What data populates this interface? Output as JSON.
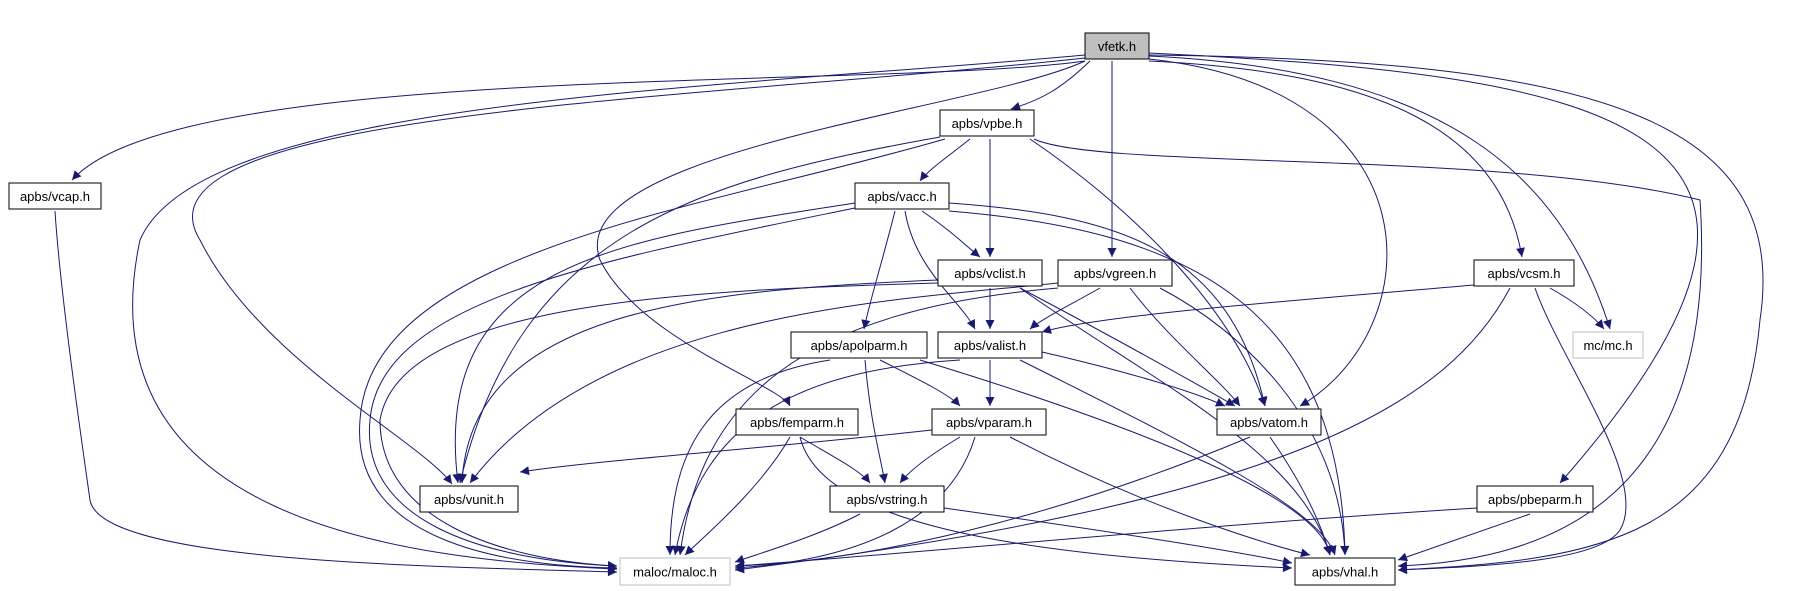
{
  "diagram": {
    "colors": {
      "edge": "#191970",
      "arrowhead": "#191970",
      "node_border": "#000000",
      "external_border": "#bfbfbf",
      "root_fill": "#bfbfbf",
      "node_fill": "#ffffff"
    },
    "nodes": [
      {
        "id": "vfetk",
        "label": "vfetk.h",
        "kind": "root"
      },
      {
        "id": "vpbe",
        "label": "apbs/vpbe.h",
        "kind": "header"
      },
      {
        "id": "vcap",
        "label": "apbs/vcap.h",
        "kind": "header"
      },
      {
        "id": "vacc",
        "label": "apbs/vacc.h",
        "kind": "header"
      },
      {
        "id": "vclist",
        "label": "apbs/vclist.h",
        "kind": "header"
      },
      {
        "id": "vgreen",
        "label": "apbs/vgreen.h",
        "kind": "header"
      },
      {
        "id": "vcsm",
        "label": "apbs/vcsm.h",
        "kind": "header"
      },
      {
        "id": "apolparm",
        "label": "apbs/apolparm.h",
        "kind": "header"
      },
      {
        "id": "valist",
        "label": "apbs/valist.h",
        "kind": "header"
      },
      {
        "id": "mc",
        "label": "mc/mc.h",
        "kind": "external"
      },
      {
        "id": "femparm",
        "label": "apbs/femparm.h",
        "kind": "header"
      },
      {
        "id": "vparam",
        "label": "apbs/vparam.h",
        "kind": "header"
      },
      {
        "id": "vatom",
        "label": "apbs/vatom.h",
        "kind": "header"
      },
      {
        "id": "vunit",
        "label": "apbs/vunit.h",
        "kind": "header"
      },
      {
        "id": "vstring",
        "label": "apbs/vstring.h",
        "kind": "header"
      },
      {
        "id": "pbeparm",
        "label": "apbs/pbeparm.h",
        "kind": "header"
      },
      {
        "id": "maloc",
        "label": "maloc/maloc.h",
        "kind": "external"
      },
      {
        "id": "vhal",
        "label": "apbs/vhal.h",
        "kind": "header"
      }
    ],
    "edges": [
      {
        "from": "vfetk",
        "to": "vcap"
      },
      {
        "from": "vfetk",
        "to": "vpbe"
      },
      {
        "from": "vfetk",
        "to": "vgreen"
      },
      {
        "from": "vfetk",
        "to": "vcsm"
      },
      {
        "from": "vfetk",
        "to": "mc"
      },
      {
        "from": "vfetk",
        "to": "pbeparm"
      },
      {
        "from": "vfetk",
        "to": "vatom"
      },
      {
        "from": "vfetk",
        "to": "femparm"
      },
      {
        "from": "vfetk",
        "to": "vunit"
      },
      {
        "from": "vfetk",
        "to": "maloc"
      },
      {
        "from": "vfetk",
        "to": "vhal"
      },
      {
        "from": "vcap",
        "to": "maloc"
      },
      {
        "from": "vpbe",
        "to": "vacc"
      },
      {
        "from": "vpbe",
        "to": "vclist"
      },
      {
        "from": "vpbe",
        "to": "vunit"
      },
      {
        "from": "vpbe",
        "to": "maloc"
      },
      {
        "from": "vpbe",
        "to": "vatom"
      },
      {
        "from": "vpbe",
        "to": "vhal"
      },
      {
        "from": "vacc",
        "to": "vclist"
      },
      {
        "from": "vacc",
        "to": "apolparm"
      },
      {
        "from": "vacc",
        "to": "valist"
      },
      {
        "from": "vacc",
        "to": "vatom"
      },
      {
        "from": "vacc",
        "to": "vunit"
      },
      {
        "from": "vacc",
        "to": "maloc"
      },
      {
        "from": "vacc",
        "to": "vhal"
      },
      {
        "from": "vclist",
        "to": "valist"
      },
      {
        "from": "vclist",
        "to": "vatom"
      },
      {
        "from": "vclist",
        "to": "vunit"
      },
      {
        "from": "vclist",
        "to": "maloc"
      },
      {
        "from": "vclist",
        "to": "vhal"
      },
      {
        "from": "vgreen",
        "to": "valist"
      },
      {
        "from": "vgreen",
        "to": "vatom"
      },
      {
        "from": "vgreen",
        "to": "vunit"
      },
      {
        "from": "vgreen",
        "to": "maloc"
      },
      {
        "from": "vgreen",
        "to": "vhal"
      },
      {
        "from": "vcsm",
        "to": "valist"
      },
      {
        "from": "vcsm",
        "to": "mc"
      },
      {
        "from": "vcsm",
        "to": "maloc"
      },
      {
        "from": "vcsm",
        "to": "vhal"
      },
      {
        "from": "apolparm",
        "to": "vparam"
      },
      {
        "from": "apolparm",
        "to": "vstring"
      },
      {
        "from": "apolparm",
        "to": "maloc"
      },
      {
        "from": "apolparm",
        "to": "vhal"
      },
      {
        "from": "valist",
        "to": "vparam"
      },
      {
        "from": "valist",
        "to": "vatom"
      },
      {
        "from": "valist",
        "to": "maloc"
      },
      {
        "from": "valist",
        "to": "vhal"
      },
      {
        "from": "femparm",
        "to": "vstring"
      },
      {
        "from": "femparm",
        "to": "maloc"
      },
      {
        "from": "femparm",
        "to": "vhal"
      },
      {
        "from": "vparam",
        "to": "vunit"
      },
      {
        "from": "vparam",
        "to": "vstring"
      },
      {
        "from": "vparam",
        "to": "maloc"
      },
      {
        "from": "vparam",
        "to": "vhal"
      },
      {
        "from": "vatom",
        "to": "maloc"
      },
      {
        "from": "vatom",
        "to": "vhal"
      },
      {
        "from": "vstring",
        "to": "maloc"
      },
      {
        "from": "vstring",
        "to": "vhal"
      },
      {
        "from": "pbeparm",
        "to": "maloc"
      },
      {
        "from": "pbeparm",
        "to": "vhal"
      }
    ]
  }
}
